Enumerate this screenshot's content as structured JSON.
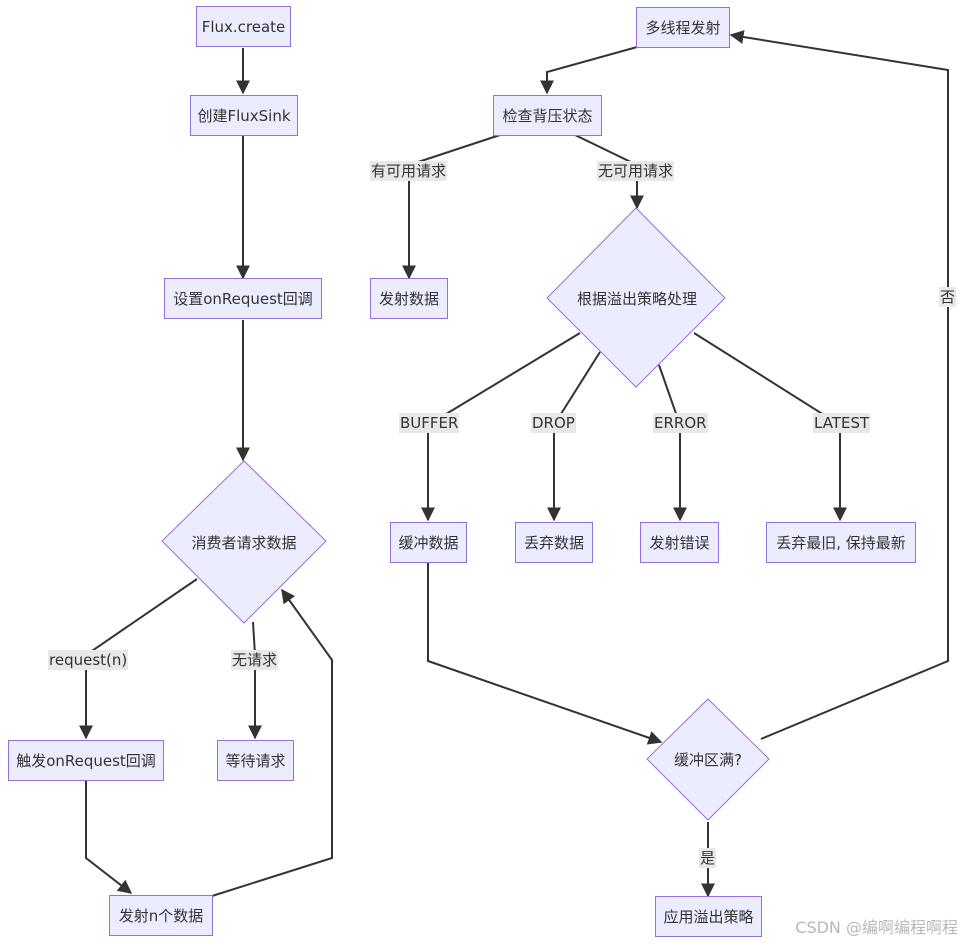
{
  "colors": {
    "node_fill": "#ececff",
    "node_border": "#9370db",
    "edge": "#333333",
    "edge_label_bg": "#e8e8e8"
  },
  "nodes": {
    "flux_create": "Flux.create",
    "create_sink": "创建FluxSink",
    "set_on_request": "设置onRequest回调",
    "consumer_request": "消费者请求数据",
    "trigger_on_request": "触发onRequest回调",
    "wait_request": "等待请求",
    "emit_n": "发射n个数据",
    "multi_thread_emit": "多线程发射",
    "check_backpressure": "检查背压状态",
    "emit_data": "发射数据",
    "overflow_strategy": "根据溢出策略处理",
    "buffer_data": "缓冲数据",
    "drop_data": "丢弃数据",
    "emit_error": "发射错误",
    "drop_oldest_keep_latest": "丢弃最旧, 保持最新",
    "buffer_full": "缓冲区满?",
    "apply_overflow": "应用溢出策略"
  },
  "edge_labels": {
    "request_n": "request(n)",
    "no_request": "无请求",
    "has_request": "有可用请求",
    "no_available": "无可用请求",
    "buffer": "BUFFER",
    "drop": "DROP",
    "error": "ERROR",
    "latest": "LATEST",
    "no": "否",
    "yes": "是"
  },
  "watermark": "CSDN @编啊编程啊程"
}
